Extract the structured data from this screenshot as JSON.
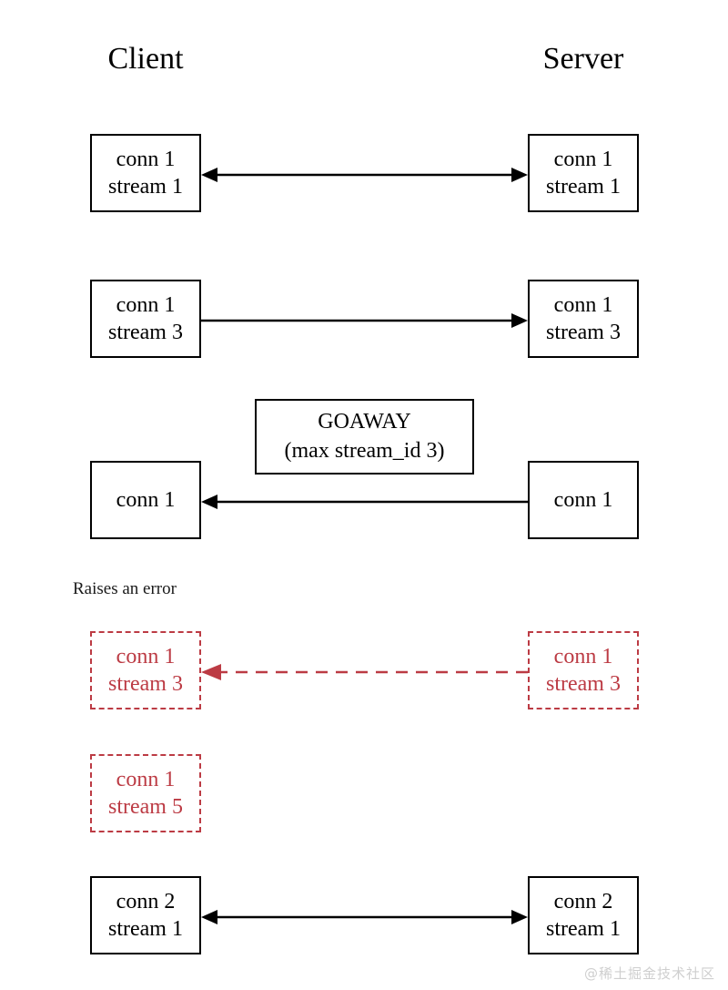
{
  "diagram": {
    "title_client": "Client",
    "title_server": "Server",
    "colors": {
      "stroke": "#000000",
      "error": "#bc3b44",
      "background": "#ffffff",
      "watermark": "#cfcfcf"
    },
    "note_raises_error": "Raises an error",
    "watermark": "@稀土掘金技术社区",
    "rows": [
      {
        "id": "row-1",
        "state": "normal",
        "client": {
          "line1": "conn 1",
          "line2": "stream 1"
        },
        "server": {
          "line1": "conn 1",
          "line2": "stream 1"
        },
        "arrow": "bidirectional"
      },
      {
        "id": "row-2",
        "state": "normal",
        "client": {
          "line1": "conn 1",
          "line2": "stream 3"
        },
        "server": {
          "line1": "conn 1",
          "line2": "stream 3"
        },
        "arrow": "right"
      },
      {
        "id": "row-3",
        "state": "normal",
        "client": {
          "line1": "conn 1",
          "line2": ""
        },
        "server": {
          "line1": "conn 1",
          "line2": ""
        },
        "arrow": "left",
        "message": {
          "line1": "GOAWAY",
          "line2": "(max stream_id 3)"
        }
      },
      {
        "id": "row-4",
        "state": "error",
        "client": {
          "line1": "conn 1",
          "line2": "stream 3"
        },
        "server": {
          "line1": "conn 1",
          "line2": "stream 3"
        },
        "arrow": "left-dashed"
      },
      {
        "id": "row-5",
        "state": "error",
        "client": {
          "line1": "conn 1",
          "line2": "stream 5"
        },
        "server": null,
        "arrow": "none"
      },
      {
        "id": "row-6",
        "state": "normal",
        "client": {
          "line1": "conn 2",
          "line2": "stream 1"
        },
        "server": {
          "line1": "conn 2",
          "line2": "stream 1"
        },
        "arrow": "bidirectional"
      }
    ]
  }
}
